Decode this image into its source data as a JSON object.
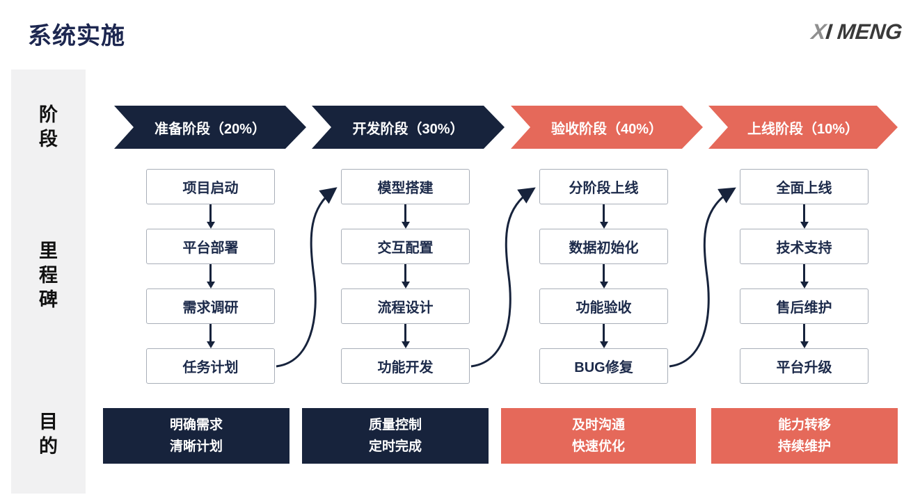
{
  "title": "系统实施",
  "logo": {
    "x": "X",
    "i": "I",
    "rest": "MENG"
  },
  "sidebar": {
    "phase_label": "阶段",
    "milestone_label": "里程碑",
    "purpose_label": "目的"
  },
  "columns": [
    {
      "phase_label": "准备阶段（20%）",
      "color": "#17233C",
      "milestones": [
        "项目启动",
        "平台部署",
        "需求调研",
        "任务计划"
      ],
      "purpose": [
        "明确需求",
        "清晰计划"
      ]
    },
    {
      "phase_label": "开发阶段（30%）",
      "color": "#17233C",
      "milestones": [
        "模型搭建",
        "交互配置",
        "流程设计",
        "功能开发"
      ],
      "purpose": [
        "质量控制",
        "定时完成"
      ]
    },
    {
      "phase_label": "验收阶段（40%）",
      "color": "#E5695A",
      "milestones": [
        "分阶段上线",
        "数据初始化",
        "功能验收",
        "BUG修复"
      ],
      "purpose": [
        "及时沟通",
        "快速优化"
      ]
    },
    {
      "phase_label": "上线阶段（10%）",
      "color": "#E5695A",
      "milestones": [
        "全面上线",
        "技术支持",
        "售后维护",
        "平台升级"
      ],
      "purpose": [
        "能力转移",
        "持续维护"
      ]
    }
  ],
  "colors": {
    "navy": "#17233C",
    "coral": "#E5695A",
    "title-navy": "#1D2750",
    "box-border": "#A8AEB8",
    "box-text": "#1C2A4A",
    "sidebar-bg": "#F1F1F2",
    "logo-gray": "#8F8F8F",
    "logo-dark": "#3A3A3A",
    "text-black": "#111111"
  }
}
